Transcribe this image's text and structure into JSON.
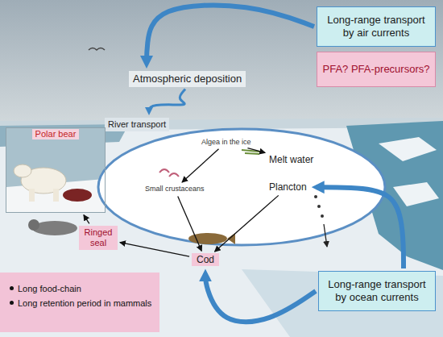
{
  "diagram": {
    "nodes": [
      {
        "text": [
          "Long-range transport by air currents"
        ]
      },
      {
        "text": [
          "PFA? PFA-precursors?"
        ]
      },
      {
        "text": [
          "Atmospheric deposition"
        ]
      },
      {
        "text": [
          "River transport"
        ]
      },
      {
        "text": [
          "Polar bear"
        ]
      },
      {
        "text": [
          "Algea in the ice"
        ]
      },
      {
        "text": [
          "Melt water"
        ]
      },
      {
        "text": [
          "Small crustaceans"
        ]
      },
      {
        "text": [
          "Plancton"
        ]
      },
      {
        "text": [
          "Cod"
        ]
      },
      {
        "text": [
          "Ringed seal"
        ]
      },
      {
        "text": [
          "Long-range transport by ocean currents"
        ]
      },
      {
        "text": [
          "Long food-chain",
          "Long retention period in mammals"
        ]
      }
    ],
    "edges": [
      {
        "from": 0,
        "to": 2,
        "arrow": "to"
      },
      {
        "from": 2,
        "to": 3,
        "arrow": "to"
      },
      {
        "from": 5,
        "to": 6,
        "arrow": "to"
      },
      {
        "from": 5,
        "to": 7,
        "arrow": "to"
      },
      {
        "from": 7,
        "to": 9,
        "arrow": "to"
      },
      {
        "from": 8,
        "to": 9,
        "arrow": "to"
      },
      {
        "from": 9,
        "to": 10,
        "arrow": "to"
      },
      {
        "from": 10,
        "to": 4,
        "arrow": "to"
      },
      {
        "from": 11,
        "to": 9,
        "arrow": "to"
      },
      {
        "from": 11,
        "to": 8,
        "arrow": "to"
      }
    ]
  }
}
